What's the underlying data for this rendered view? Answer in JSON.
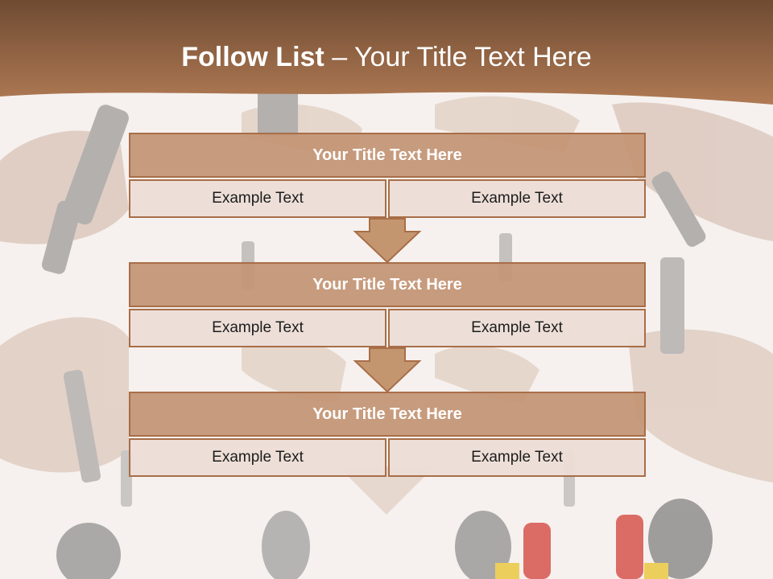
{
  "slide": {
    "title_bold": "Follow List",
    "title_rest": " – Your Title Text Here",
    "blocks": [
      {
        "title": "Your Title Text Here",
        "left": "Example Text",
        "right": "Example Text"
      },
      {
        "title": "Your Title Text Here",
        "left": "Example Text",
        "right": "Example Text"
      },
      {
        "title": "Your Title Text Here",
        "left": "Example Text",
        "right": "Example Text"
      }
    ]
  },
  "colors": {
    "header_top": "#6f4b32",
    "header_bottom": "#b07a54",
    "accent": "#c4966f",
    "border": "#a86e48",
    "cell_fill": "#ecddd6"
  }
}
